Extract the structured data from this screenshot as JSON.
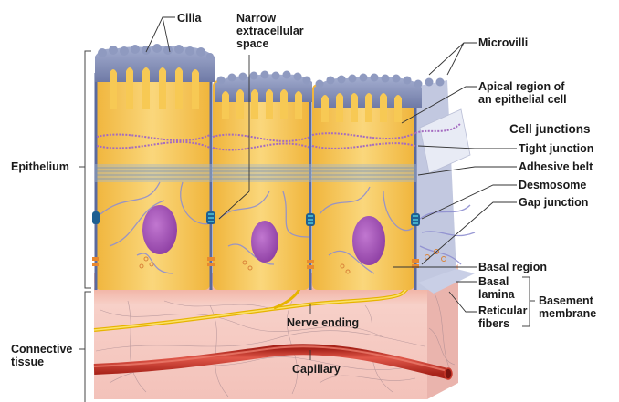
{
  "figure": {
    "title": "Epithelial tissue structure with cell junctions and basement membrane",
    "colors": {
      "cytoplasm": "#f5c04a",
      "cytoplasm_light": "#fad77c",
      "apical_surface": "#7f8bb3",
      "apical_highlight": "#a9b3d4",
      "nucleus": "#9b4fb0",
      "filament": "#9a9ad0",
      "tight_junction": "#a461bc",
      "desmosome": "#45b8c9",
      "gap_junction": "#e8892f",
      "connective_tissue": "#f4c5bd",
      "connective_side": "#eebbb6",
      "basal_lamina": "#f1b6a7",
      "nerve": "#f0cc2a",
      "capillary": "#c9392b",
      "leader_line": "#333333"
    }
  },
  "labels": {
    "cilia": "Cilia",
    "narrow_extracellular_space": "Narrow\nextracellular\nspace",
    "microvilli": "Microvilli",
    "apical_region": "Apical region of\nan epithelial cell",
    "cell_junctions_heading": "Cell junctions",
    "tight_junction": "Tight junction",
    "adhesive_belt": "Adhesive belt",
    "desmosome": "Desmosome",
    "gap_junction": "Gap junction",
    "basal_region": "Basal region",
    "basal_lamina": "Basal\nlamina",
    "reticular_fibers": "Reticular\nfibers",
    "basement_membrane": "Basement\nmembrane",
    "epithelium": "Epithelium",
    "connective_tissue": "Connective\ntissue",
    "nerve_ending": "Nerve ending",
    "capillary": "Capillary"
  }
}
